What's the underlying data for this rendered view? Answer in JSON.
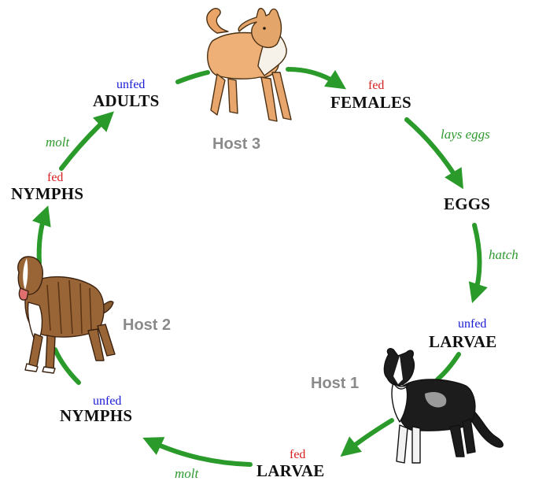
{
  "colors": {
    "arrow": "#2a9a2a",
    "fed": "#d62020",
    "unfed": "#1a1ad6",
    "step_text": "#2f9a2f",
    "host_text": "#8a8a8a",
    "stage_text": "#111111"
  },
  "cycle": {
    "females": {
      "status": "fed",
      "name": "FEMALES"
    },
    "eggs": {
      "name": "EGGS"
    },
    "larvae_unfed": {
      "status": "unfed",
      "name": "LARVAE"
    },
    "larvae_fed": {
      "status": "fed",
      "name": "LARVAE"
    },
    "nymphs_unfed": {
      "status": "unfed",
      "name": "NYMPHS"
    },
    "nymphs_fed": {
      "status": "fed",
      "name": "NYMPHS"
    },
    "adults": {
      "status": "unfed",
      "name": "ADULTS"
    }
  },
  "steps": {
    "lays_eggs": "lays eggs",
    "hatch": "hatch",
    "molt_bottom": "molt",
    "molt_left": "molt"
  },
  "hosts": {
    "host1": {
      "label": "Host 1",
      "illustration": "dog-black-white-collie"
    },
    "host2": {
      "label": "Host 2",
      "illustration": "dog-brindle-boxer"
    },
    "host3": {
      "label": "Host 3",
      "illustration": "dog-tan-shepherd"
    }
  }
}
